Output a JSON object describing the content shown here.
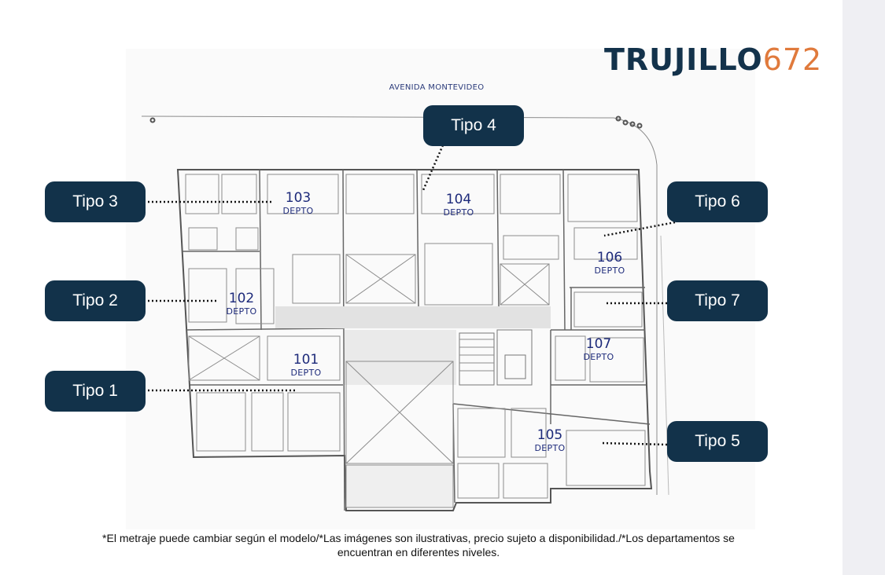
{
  "logo": {
    "part1": "TRUJILLO",
    "part2": "672"
  },
  "street_label": "AVENIDA MONTEVIDEO",
  "units": [
    {
      "id": "103",
      "number": "103",
      "label": "DEPTO"
    },
    {
      "id": "104",
      "number": "104",
      "label": "DEPTO"
    },
    {
      "id": "106",
      "number": "106",
      "label": "DEPTO"
    },
    {
      "id": "102",
      "number": "102",
      "label": "DEPTO"
    },
    {
      "id": "101",
      "number": "101",
      "label": "DEPTO"
    },
    {
      "id": "107",
      "number": "107",
      "label": "DEPTO"
    },
    {
      "id": "105",
      "number": "105",
      "label": "DEPTO"
    }
  ],
  "tags": [
    {
      "label": "Tipo 4"
    },
    {
      "label": "Tipo 3"
    },
    {
      "label": "Tipo 6"
    },
    {
      "label": "Tipo 2"
    },
    {
      "label": "Tipo 7"
    },
    {
      "label": "Tipo 1"
    },
    {
      "label": "Tipo 5"
    }
  ],
  "disclaimer": "*El metraje puede cambiar según el modelo/*Las imágenes son ilustrativas, precio sujeto a disponibilidad./*Los departamentos se encuentran en diferentes niveles.",
  "colors": {
    "tag_bg": "#12324a",
    "logo_dark": "#13324b",
    "logo_accent": "#e07a3c",
    "unit_text": "#1d2a7a"
  }
}
